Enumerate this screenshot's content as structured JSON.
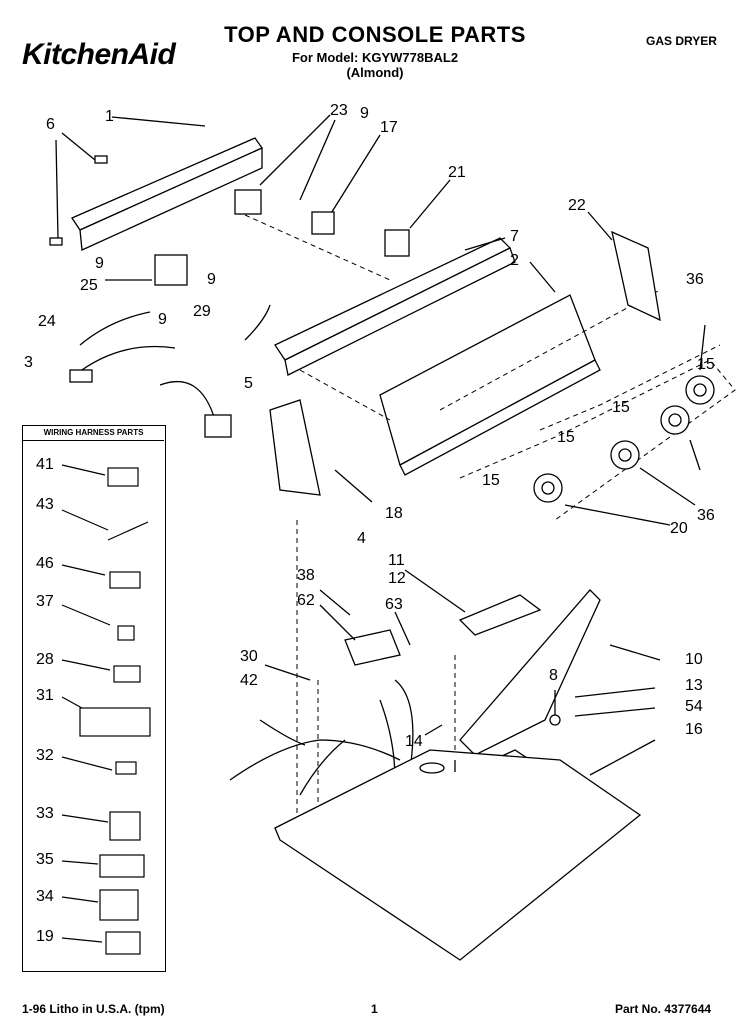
{
  "header": {
    "brand": "KitchenAid",
    "title": "TOP AND CONSOLE PARTS",
    "model_line": "For Model: KGYW778BAL2",
    "color_line": "(Almond)",
    "product_type": "GAS DRYER"
  },
  "legend": {
    "title": "WIRING HARNESS PARTS",
    "items": [
      "41",
      "43",
      "46",
      "37",
      "28",
      "31",
      "32",
      "33",
      "35",
      "34",
      "19"
    ]
  },
  "callouts": [
    "1",
    "6",
    "23",
    "9",
    "17",
    "21",
    "7",
    "2",
    "22",
    "36",
    "9",
    "25",
    "9",
    "24",
    "29",
    "9",
    "3",
    "5",
    "15",
    "15",
    "15",
    "15",
    "18",
    "4",
    "20",
    "36",
    "11",
    "12",
    "38",
    "62",
    "63",
    "10",
    "30",
    "42",
    "8",
    "13",
    "54",
    "14",
    "16"
  ],
  "footer": {
    "left": "1-96 Litho in U.S.A. (tpm)",
    "page": "1",
    "part_no": "Part No. 4377644"
  }
}
